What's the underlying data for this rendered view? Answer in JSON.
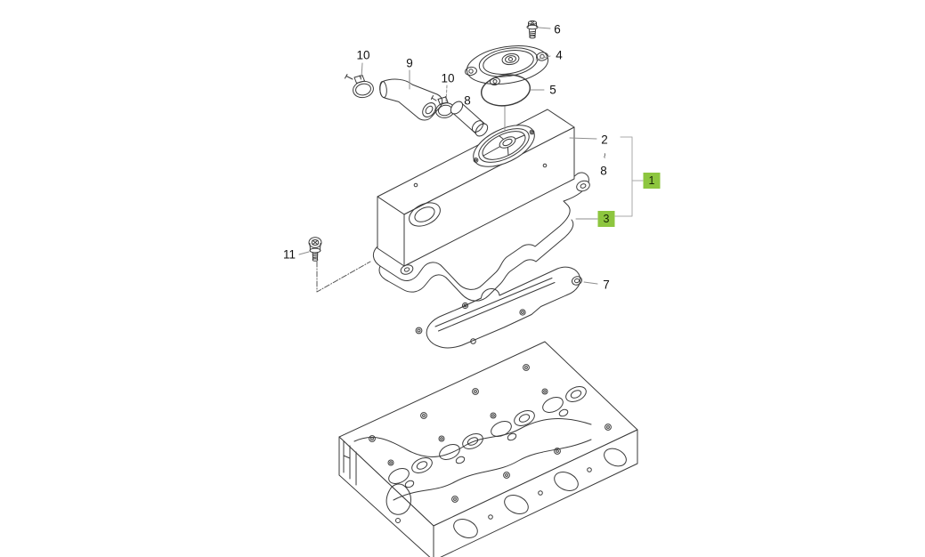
{
  "page": {
    "background": "#ffffff",
    "line_color": "#3a3a3a",
    "leader_color": "#8e8e8e",
    "highlight_color": "#8dc63f"
  },
  "diagram": {
    "type": "exploded-parts-diagram",
    "subject": "cylinder-head-cover-assembly"
  },
  "callouts": [
    {
      "id": "10a",
      "text": "10",
      "highlighted": false
    },
    {
      "id": "9",
      "text": "9",
      "highlighted": false
    },
    {
      "id": "10b",
      "text": "10",
      "highlighted": false
    },
    {
      "id": "8a",
      "text": "8",
      "highlighted": false
    },
    {
      "id": "6",
      "text": "6",
      "highlighted": false
    },
    {
      "id": "4",
      "text": "4",
      "highlighted": false
    },
    {
      "id": "5",
      "text": "5",
      "highlighted": false
    },
    {
      "id": "2",
      "text": "2",
      "highlighted": false
    },
    {
      "id": "sep",
      "text": "~",
      "highlighted": false
    },
    {
      "id": "8b",
      "text": "8",
      "highlighted": false
    },
    {
      "id": "1",
      "text": "1",
      "highlighted": true
    },
    {
      "id": "3",
      "text": "3",
      "highlighted": true
    },
    {
      "id": "11",
      "text": "11",
      "highlighted": false
    },
    {
      "id": "7",
      "text": "7",
      "highlighted": false
    }
  ]
}
